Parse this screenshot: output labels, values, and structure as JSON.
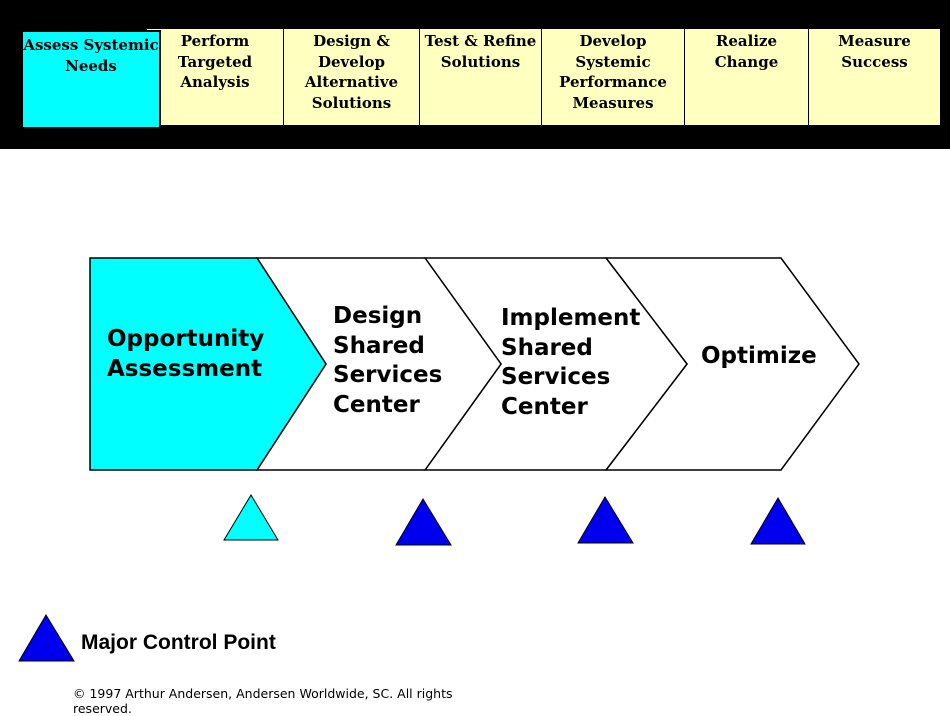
{
  "colors": {
    "accent_cyan": "#00ffff",
    "phase_yellow": "#ffffc0",
    "control_blue": "#0000ee",
    "band_black": "#000000"
  },
  "phases": [
    {
      "label": "Assess Systemic\nNeeds",
      "active": true
    },
    {
      "label": "Perform\nTargeted\nAnalysis",
      "active": false
    },
    {
      "label": "Design & Develop\nAlternative\nSolutions",
      "active": false
    },
    {
      "label": "Test & Refine\nSolutions",
      "active": false
    },
    {
      "label": "Develop Systemic\nPerformance\nMeasures",
      "active": false
    },
    {
      "label": "Realize Change",
      "active": false
    },
    {
      "label": "Measure Success",
      "active": false
    }
  ],
  "stages": [
    {
      "label": "Opportunity\nAssessment",
      "active": true
    },
    {
      "label": "Design\nShared\nServices\nCenter",
      "active": false
    },
    {
      "label": "Implement\nShared\nServices\nCenter",
      "active": false
    },
    {
      "label": "Optimize",
      "active": false
    }
  ],
  "control_points": [
    {
      "state": "current"
    },
    {
      "state": "major"
    },
    {
      "state": "major"
    },
    {
      "state": "major"
    }
  ],
  "legend": {
    "icon": "triangle-icon",
    "label": "Major Control Point"
  },
  "copyright": "© 1997 Arthur Andersen, Andersen Worldwide, SC. All rights reserved."
}
